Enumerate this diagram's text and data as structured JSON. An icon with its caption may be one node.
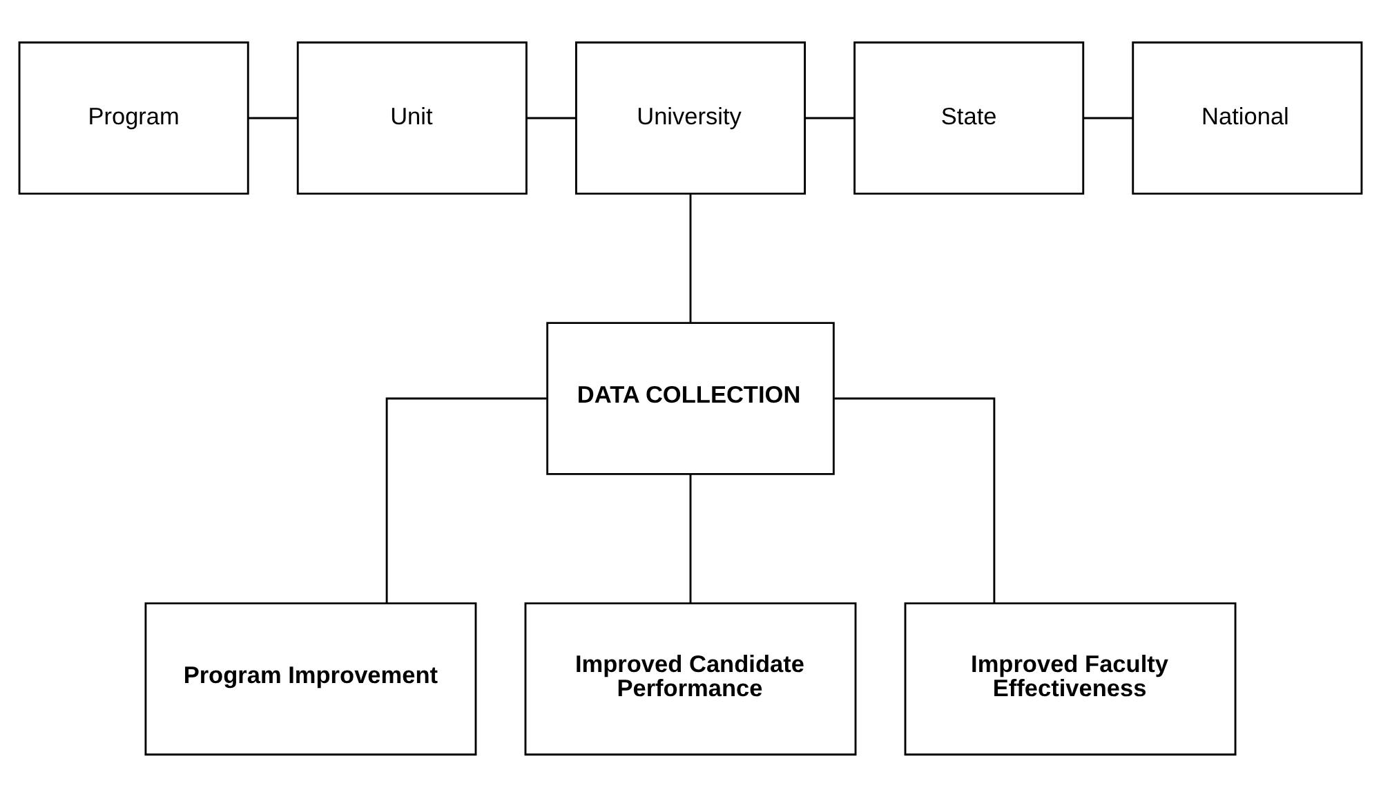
{
  "diagram": {
    "nodes": [
      {
        "text": [
          "Program"
        ]
      },
      {
        "text": [
          "Unit"
        ]
      },
      {
        "text": [
          "University"
        ]
      },
      {
        "text": [
          "State"
        ]
      },
      {
        "text": [
          "National"
        ]
      },
      {
        "text": [
          "DATA COLLECTION"
        ]
      },
      {
        "text": [
          "Program Improvement"
        ]
      },
      {
        "text": [
          "Improved Candidate Performance"
        ]
      },
      {
        "text": [
          "Improved Faculty Effectiveness"
        ]
      }
    ],
    "edges": [
      {
        "from": 0,
        "to": 1,
        "arrow": "none"
      },
      {
        "from": 1,
        "to": 2,
        "arrow": "none"
      },
      {
        "from": 2,
        "to": 3,
        "arrow": "none"
      },
      {
        "from": 3,
        "to": 4,
        "arrow": "none"
      },
      {
        "from": 2,
        "to": 5,
        "arrow": "none"
      },
      {
        "from": 5,
        "to": 6,
        "arrow": "none"
      },
      {
        "from": 5,
        "to": 7,
        "arrow": "none"
      },
      {
        "from": 5,
        "to": 8,
        "arrow": "none"
      }
    ]
  }
}
